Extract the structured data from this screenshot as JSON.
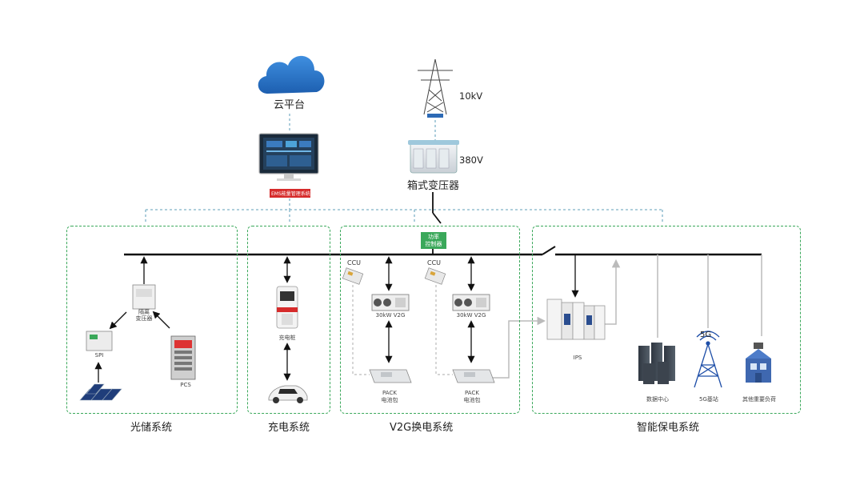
{
  "top": {
    "cloud_label": "云平台",
    "ems_label": "EMS能量管理系统",
    "voltage_high": "10kV",
    "voltage_low": "380V",
    "transformer_label": "箱式变压器",
    "switch_label_1": "功率",
    "switch_label_2": "控制器"
  },
  "systems": [
    {
      "id": "pv",
      "title": "光储系统"
    },
    {
      "id": "charge",
      "title": "充电系统"
    },
    {
      "id": "v2g",
      "title": "V2G换电系统"
    },
    {
      "id": "backup",
      "title": "智能保电系统"
    }
  ],
  "pv": {
    "isolation_transformer_1": "隔离",
    "isolation_transformer_2": "变压器",
    "spi": "SPI",
    "pcs": "PCS"
  },
  "charge": {
    "charger": "充电桩"
  },
  "v2g": {
    "ccu_1": "CCU",
    "ccu_2": "CCU",
    "module_1": "30kW V2G",
    "module_2": "30kW V2G",
    "pack_1a": "PACK",
    "pack_1b": "电池包",
    "pack_2a": "PACK",
    "pack_2b": "电池包"
  },
  "backup": {
    "ips": "IPS",
    "datacenter": "数据中心",
    "base_station": "5G基站",
    "other_loads": "其他重要负荷",
    "five_g": "5G"
  },
  "colors": {
    "dash_green": "#3aa85a",
    "dash_blue": "#7fb2c8",
    "bus": "#111111",
    "ems_red": "#d62b2b",
    "switch_green": "#3aa85a"
  }
}
